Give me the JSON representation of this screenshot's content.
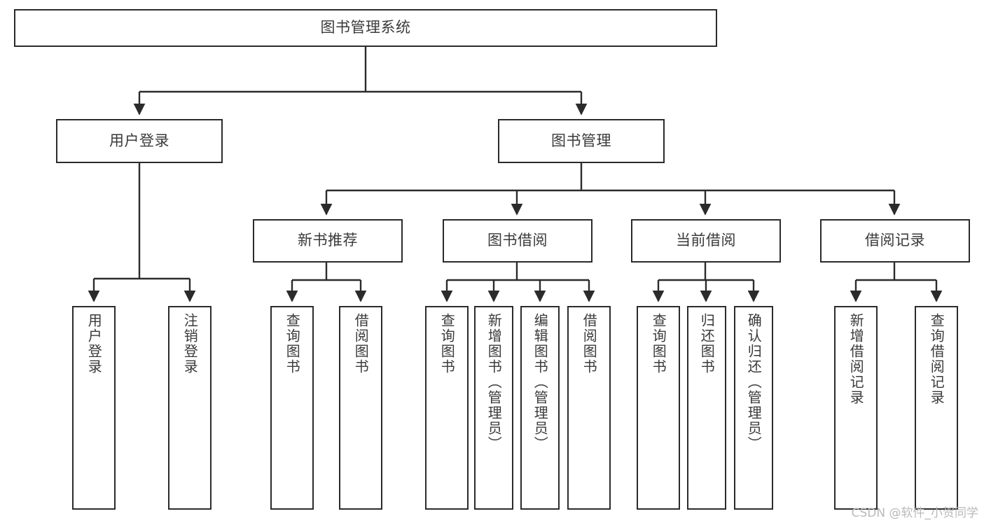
{
  "diagram": {
    "type": "tree",
    "title": "图书管理系统",
    "watermark": "CSDN @软件_小贺同学",
    "colors": {
      "box_border": "#2b2b2b",
      "box_fill": "#ffffff",
      "connector": "#2b2b2b",
      "text": "#3a3a3a",
      "watermark": "#b9b9b9",
      "background": "#ffffff"
    },
    "nodes": {
      "root": {
        "label": "图书管理系统",
        "level": 1,
        "orientation": "horizontal"
      },
      "l2": [
        {
          "label": "用户登录",
          "orientation": "horizontal"
        },
        {
          "label": "图书管理",
          "orientation": "horizontal"
        }
      ],
      "l3": [
        {
          "label": "新书推荐",
          "orientation": "horizontal"
        },
        {
          "label": "图书借阅",
          "orientation": "horizontal"
        },
        {
          "label": "当前借阅",
          "orientation": "horizontal"
        },
        {
          "label": "借阅记录",
          "orientation": "horizontal"
        }
      ],
      "leaves": {
        "user_login": [
          {
            "label": "用户登录",
            "orientation": "vertical"
          },
          {
            "label": "注销登录",
            "orientation": "vertical"
          }
        ],
        "new_book": [
          {
            "label": "查询图书",
            "orientation": "vertical"
          },
          {
            "label": "借阅图书",
            "orientation": "vertical"
          }
        ],
        "book_borrow": [
          {
            "label": "查询图书",
            "orientation": "vertical"
          },
          {
            "label": "新增图书（管理员）",
            "orientation": "vertical"
          },
          {
            "label": "编辑图书（管理员）",
            "orientation": "vertical"
          },
          {
            "label": "借阅图书",
            "orientation": "vertical"
          }
        ],
        "current_borrow": [
          {
            "label": "查询图书",
            "orientation": "vertical"
          },
          {
            "label": "归还图书",
            "orientation": "vertical"
          },
          {
            "label": "确认归还（管理员）",
            "orientation": "vertical"
          }
        ],
        "borrow_record": [
          {
            "label": "新增借阅记录",
            "orientation": "vertical"
          },
          {
            "label": "查询借阅记录",
            "orientation": "vertical"
          }
        ]
      }
    },
    "edges": [
      {
        "from": "图书管理系统",
        "to": "用户登录"
      },
      {
        "from": "图书管理系统",
        "to": "图书管理"
      },
      {
        "from": "用户登录",
        "to": "用户登录"
      },
      {
        "from": "用户登录",
        "to": "注销登录"
      },
      {
        "from": "图书管理",
        "to": "新书推荐"
      },
      {
        "from": "图书管理",
        "to": "图书借阅"
      },
      {
        "from": "图书管理",
        "to": "当前借阅"
      },
      {
        "from": "图书管理",
        "to": "借阅记录"
      },
      {
        "from": "新书推荐",
        "to": "查询图书"
      },
      {
        "from": "新书推荐",
        "to": "借阅图书"
      },
      {
        "from": "图书借阅",
        "to": "查询图书"
      },
      {
        "from": "图书借阅",
        "to": "新增图书（管理员）"
      },
      {
        "from": "图书借阅",
        "to": "编辑图书（管理员）"
      },
      {
        "from": "图书借阅",
        "to": "借阅图书"
      },
      {
        "from": "当前借阅",
        "to": "查询图书"
      },
      {
        "from": "当前借阅",
        "to": "归还图书"
      },
      {
        "from": "当前借阅",
        "to": "确认归还（管理员）"
      },
      {
        "from": "借阅记录",
        "to": "新增借阅记录"
      },
      {
        "from": "借阅记录",
        "to": "查询借阅记录"
      }
    ]
  }
}
